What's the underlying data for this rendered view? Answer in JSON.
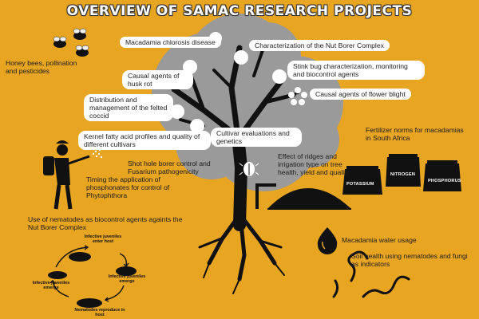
{
  "title": "OVERVIEW OF SAMAC RESEARCH PROJECTS",
  "colors": {
    "background": "#e8a521",
    "canopy": "#9a9a9a",
    "dark": "#111111",
    "label_box": "#ffffff"
  },
  "projects": {
    "honeybees": "Honey bees, pollination and pesticides",
    "chlorosis": "Macadamia chlorosis disease",
    "nut_borer_char": "Characterization of the Nut Borer Complex",
    "husk_rot": "Causal agents of husk rot",
    "stink_bug": "Stink bug characterization, monitoring and biocontrol agents",
    "felted_coccid": "Distribution and management of the felted coccid",
    "flower_blight": "Causal agents of flower blight",
    "kernel_fatty_acid": "Kernel fatty acid profiles and quality of different cultivars",
    "cultivar_eval": "Cultivar evaluations and genetics",
    "fertilizer": "Fertilizer norms for macadamias in South Africa",
    "shot_hole": "Shot hole borer control and Fusarium pathogenicity",
    "phosphonates": "Timing the application of phosphonates for control of Phytophthora",
    "ridges": "Effect of ridges and irrigation type on tree health, yield and quality",
    "nematodes_biocontrol": "Use of nematodes as biocontrol agents againts the Nut Borer Complex",
    "water_usage": "Macadamia water usage",
    "soil_health": "Soil health using nematodes and fungi as indicators"
  },
  "fertilizer_sacks": [
    "POTASSIUM",
    "NITROGEN",
    "PHOSPHORUS"
  ],
  "nematode_cycle": {
    "enter_host": "Infective juveniles enter host",
    "emerge_right": "Infective juveniles emerge",
    "emerge_left": "Infective juveniles emerge",
    "reproduce": "Nematodes reproduce in host"
  },
  "icons": [
    "bee-icon",
    "sprayer-person-icon",
    "beetle-icon",
    "mound-icon",
    "water-drop-icon",
    "worms-icon",
    "flower-icon",
    "fertilizer-sack-icon"
  ]
}
